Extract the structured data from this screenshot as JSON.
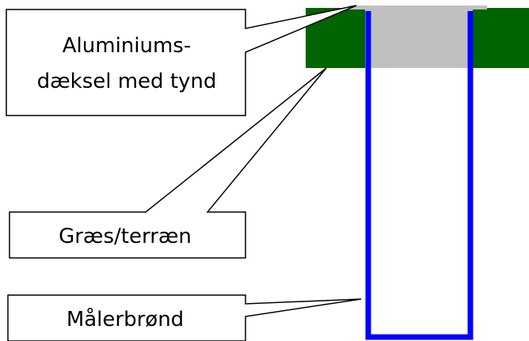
{
  "labels": {
    "cover_line1": "Aluminiums-",
    "cover_line2": "dæksel med tynd",
    "terrain": "Græs/terræn",
    "well": "Målerbrønd"
  },
  "colors": {
    "grass": "#006400",
    "cover": "#c0c0c0",
    "well_outline": "#0000ff",
    "callout_border": "#000000",
    "callout_fill": "#ffffff"
  }
}
